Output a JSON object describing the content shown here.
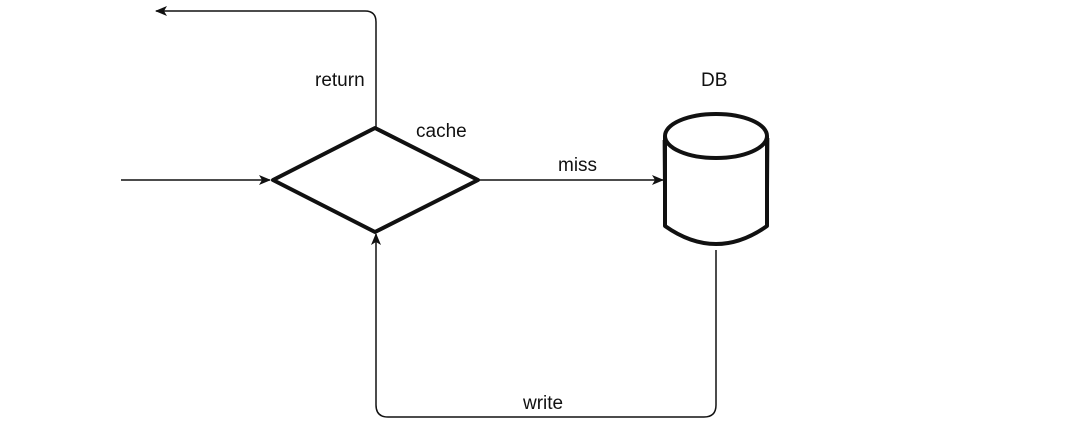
{
  "diagram": {
    "nodes": {
      "cache": {
        "label": "cache",
        "shape": "diamond"
      },
      "db": {
        "label": "DB",
        "shape": "cylinder"
      }
    },
    "edges": {
      "input": {
        "label": ""
      },
      "return": {
        "label": "return"
      },
      "miss": {
        "label": "miss"
      },
      "write": {
        "label": "write"
      }
    }
  },
  "colors": {
    "stroke": "#111111",
    "background": "#ffffff"
  }
}
